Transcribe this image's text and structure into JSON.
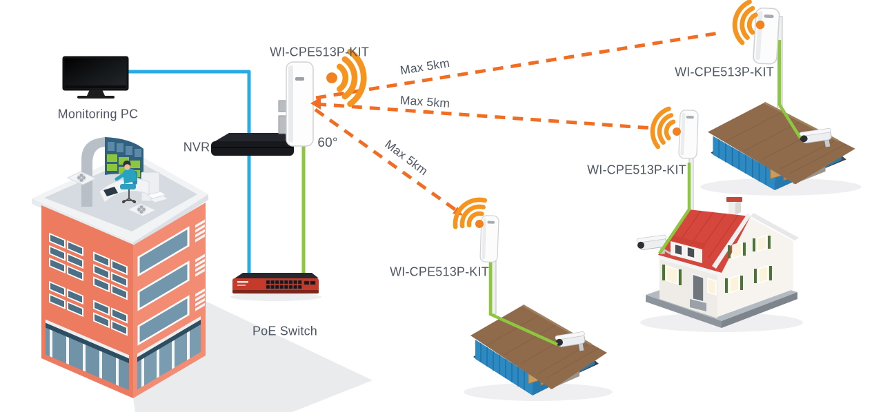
{
  "diagram": {
    "site_a": {
      "monitoring_pc": "Monitoring PC",
      "nvr": "NVR",
      "poe_switch": "PoE Switch",
      "access_point": "WI-CPE513P-KIT",
      "beam_angle": "60°"
    },
    "wireless_links": [
      {
        "label": "Max 5km"
      },
      {
        "label": "Max 5km"
      },
      {
        "label": "Max 5km"
      }
    ],
    "remote_sites": [
      {
        "cpe": "WI-CPE513P-KIT",
        "position": "top-right"
      },
      {
        "cpe": "WI-CPE513P-KIT",
        "position": "middle-right"
      },
      {
        "cpe": "WI-CPE513P-KIT",
        "position": "bottom-center"
      }
    ],
    "colors": {
      "lan_cable_blue": "#29abe2",
      "poe_cable_green": "#8dc63f",
      "wireless_link_orange": "#f26d22",
      "wifi_icon_orange": "#f5941f",
      "label_text": "#4e5663"
    }
  }
}
